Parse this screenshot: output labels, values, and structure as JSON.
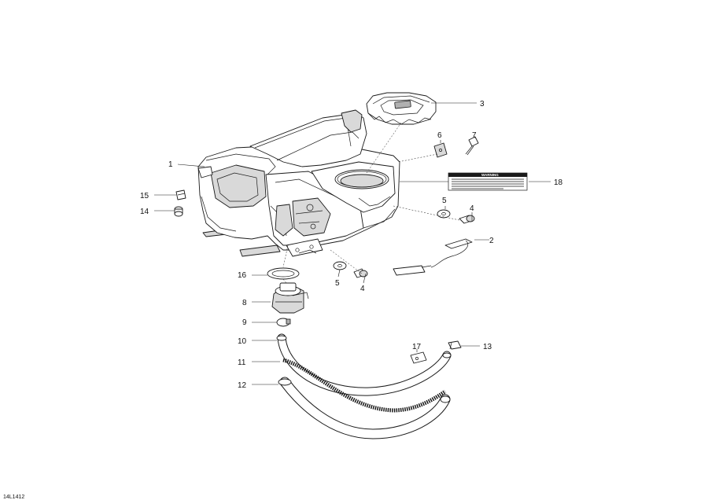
{
  "drawing_code": "14L1412",
  "warning_label_title": "WARNING",
  "callouts": [
    "1",
    "2",
    "3",
    "4",
    "5",
    "6",
    "7",
    "8",
    "9",
    "10",
    "11",
    "12",
    "13",
    "14",
    "15",
    "16",
    "17",
    "18"
  ]
}
